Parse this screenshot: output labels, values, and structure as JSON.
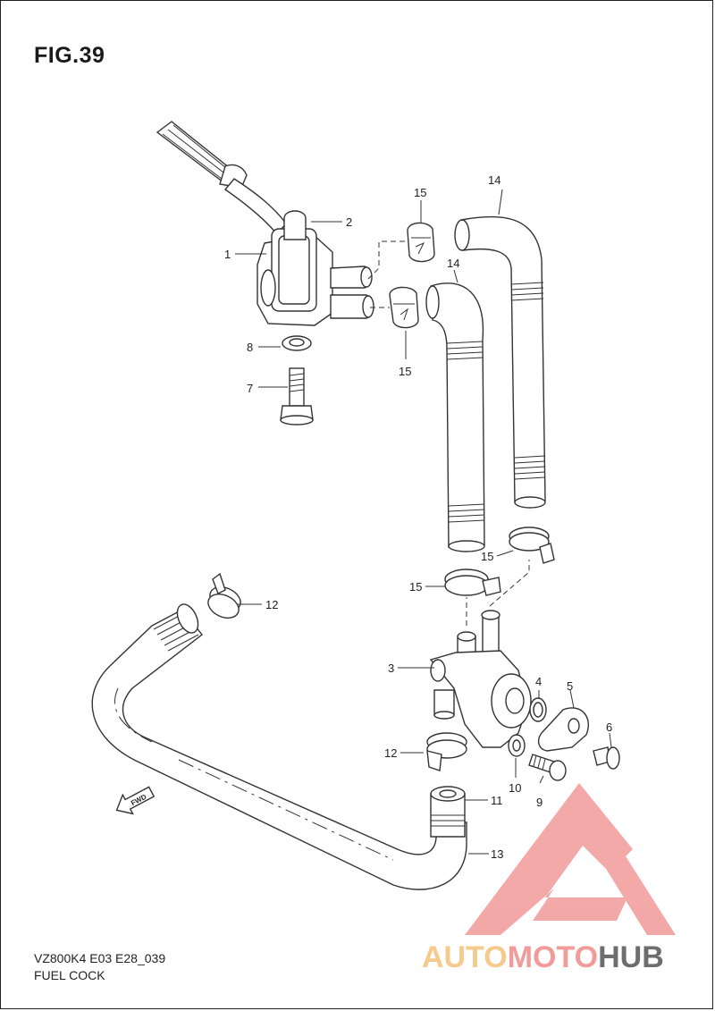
{
  "figure": {
    "title": "FIG.39",
    "model_code": "VZ800K4 E03 E28_039",
    "caption": "FUEL COCK"
  },
  "callouts": [
    {
      "id": "c1",
      "label": "1"
    },
    {
      "id": "c2",
      "label": "2"
    },
    {
      "id": "c3",
      "label": "3"
    },
    {
      "id": "c4",
      "label": "4"
    },
    {
      "id": "c5",
      "label": "5"
    },
    {
      "id": "c6",
      "label": "6"
    },
    {
      "id": "c7",
      "label": "7"
    },
    {
      "id": "c8",
      "label": "8"
    },
    {
      "id": "c9",
      "label": "9"
    },
    {
      "id": "c10",
      "label": "10"
    },
    {
      "id": "c11",
      "label": "11"
    },
    {
      "id": "c12a",
      "label": "12"
    },
    {
      "id": "c12b",
      "label": "12"
    },
    {
      "id": "c13",
      "label": "13"
    },
    {
      "id": "c14a",
      "label": "14"
    },
    {
      "id": "c14b",
      "label": "14"
    },
    {
      "id": "c15a",
      "label": "15"
    },
    {
      "id": "c15b",
      "label": "15"
    },
    {
      "id": "c15c",
      "label": "15"
    },
    {
      "id": "c15d",
      "label": "15"
    }
  ],
  "direction_marker": {
    "label": "FWD",
    "icon": "arrow-left-icon"
  },
  "watermark": {
    "part1": "AUTO",
    "part2": "MOTO",
    "part3": "HUB",
    "color_light": "#f5c07a",
    "color_red": "#f08a8a",
    "color_dark": "#555555",
    "logo_color": "#f29a9a"
  }
}
